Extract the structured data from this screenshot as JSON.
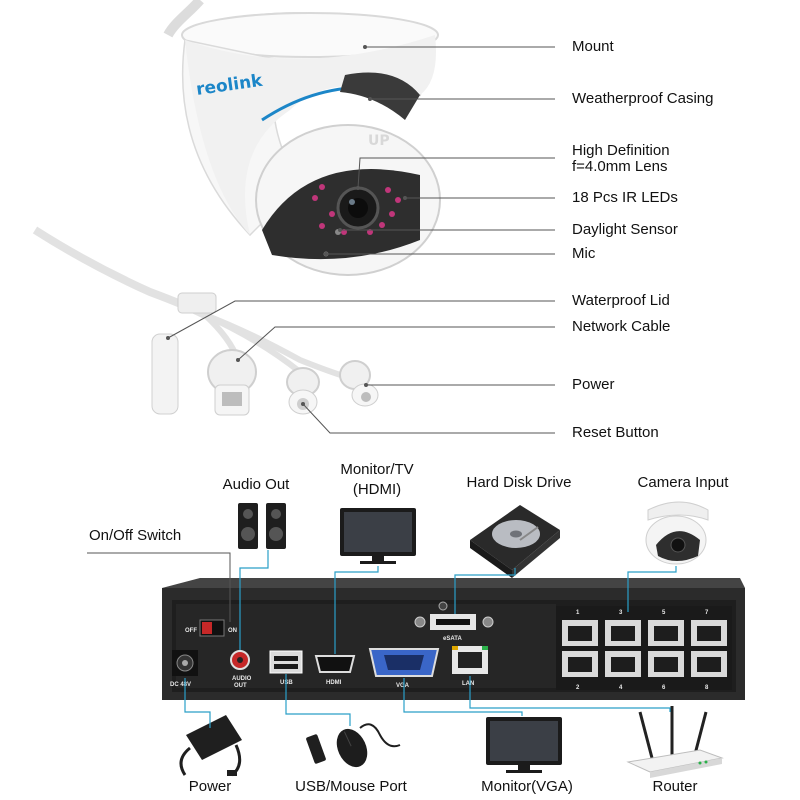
{
  "brand": "reolink",
  "camera_marking": "UP",
  "camera_labels": {
    "mount": "Mount",
    "casing": "Weatherproof Casing",
    "lens_line1": "High Definition",
    "lens_line2": "f=4.0mm Lens",
    "ir_leds": "18 Pcs IR LEDs",
    "daylight_sensor": "Daylight Sensor",
    "mic": "Mic",
    "waterproof_lid": "Waterproof Lid",
    "network_cable": "Network Cable",
    "power": "Power",
    "reset_button": "Reset Button"
  },
  "nvr_labels": {
    "audio_out": "Audio Out",
    "monitor_tv_line1": "Monitor/TV",
    "monitor_tv_line2": "(HDMI)",
    "hard_disk": "Hard Disk Drive",
    "camera_input": "Camera Input",
    "on_off_switch": "On/Off Switch",
    "power": "Power",
    "usb_mouse": "USB/Mouse Port",
    "monitor_vga": "Monitor(VGA)",
    "router": "Router"
  },
  "panel_print": {
    "off": "OFF",
    "on": "ON",
    "dc": "DC 48V",
    "audio_out_line1": "AUDIO",
    "audio_out_line2": "OUT",
    "usb": "USB",
    "hdmi": "HDMI",
    "vga": "VGA",
    "lan": "LAN",
    "esata": "eSATA",
    "ports_top": [
      "1",
      "3",
      "5",
      "7"
    ],
    "ports_bottom": [
      "2",
      "4",
      "6",
      "8"
    ]
  },
  "colors": {
    "callout_line": "#555555",
    "connector_line": "#2a9fc8",
    "camera_accent": "#1c86c8",
    "nvr_body": "#2b2b2b",
    "panel": "#f2f2f2",
    "ir_led": "#c0367a"
  }
}
